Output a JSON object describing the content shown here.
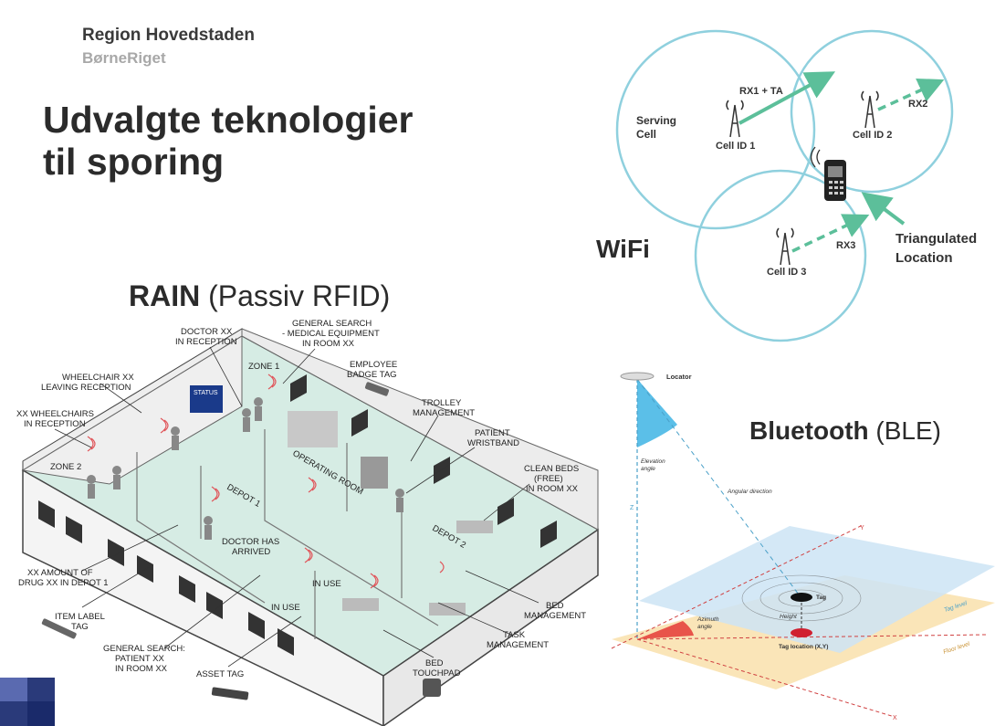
{
  "organization": {
    "name": "Region Hovedstaden",
    "sub": "BørneRiget"
  },
  "slide": {
    "title_line1": "Udvalgte teknologier",
    "title_line2": "til sporing"
  },
  "wifi": {
    "heading": "WiFi",
    "labels": {
      "serving_line1": "Serving",
      "serving_line2": "Cell",
      "rx1": "RX1 + TA",
      "rx2": "RX2",
      "rx3": "RX3",
      "cell1": "Cell ID 1",
      "cell2": "Cell ID 2",
      "cell3": "Cell ID 3",
      "tri_line1": "Triangulated",
      "tri_line2": "Location"
    },
    "colors": {
      "circle": "#8fd0de",
      "arrow": "#5cbf9a"
    }
  },
  "rain": {
    "heading_bold": "RAIN",
    "heading_rest": " (Passiv RFID)",
    "callouts": {
      "doctor_reception_1": "DOCTOR XX",
      "doctor_reception_2": "IN RECEPTION",
      "general_search_1": "GENERAL SEARCH",
      "general_search_2": "- MEDICAL EQUIPMENT",
      "general_search_3": "IN ROOM XX",
      "zone1": "ZONE 1",
      "employee_1": "EMPLOYEE",
      "employee_2": "BADGE TAG",
      "wheelchair_leaving_1": "WHEELCHAIR XX",
      "wheelchair_leaving_2": "LEAVING RECEPTION",
      "status": "STATUS",
      "wheelchairs_1": "XX WHEELCHAIRS",
      "wheelchairs_2": "IN RECEPTION",
      "trolley_1": "TROLLEY",
      "trolley_2": "MANAGEMENT",
      "patient_wristband_1": "PATIENT",
      "patient_wristband_2": "WRISTBAND",
      "zone2": "ZONE 2",
      "operating_room": "OPERATING ROOM",
      "clean_beds_1": "CLEAN BEDS",
      "clean_beds_2": "(FREE)",
      "clean_beds_3": "IN ROOM XX",
      "depot1": "DEPOT 1",
      "doctor_arrived_1": "DOCTOR HAS",
      "doctor_arrived_2": "ARRIVED",
      "depot2": "DEPOT 2",
      "amount_drug_1": "XX AMOUNT OF",
      "amount_drug_2": "DRUG XX IN DEPOT 1",
      "in_use_1": "IN USE",
      "in_use_2": "IN USE",
      "bed_management_1": "BED",
      "bed_management_2": "MANAGEMENT",
      "item_label_1": "ITEM LABEL",
      "item_label_2": "TAG",
      "patient_search_1": "GENERAL SEARCH:",
      "patient_search_2": "PATIENT XX",
      "patient_search_3": "IN ROOM XX",
      "task_mgmt_1": "TASK",
      "task_mgmt_2": "MANAGEMENT",
      "asset_tag": "ASSET TAG",
      "bed_touchpad_1": "BED",
      "bed_touchpad_2": "TOUCHPAD"
    }
  },
  "ble": {
    "heading_bold": "Bluetooth",
    "heading_rest": " (BLE)",
    "labels": {
      "locator": "Locator",
      "elevation_1": "Elevation",
      "elevation_2": "angle",
      "angular": "Angular direction",
      "z": "Z",
      "y": "Y",
      "x": "X",
      "tag": "Tag",
      "height": "Height",
      "azimuth_1": "Azimuth",
      "azimuth_2": "angle",
      "tag_location": "Tag location (X,Y)",
      "tag_level": "Tag level",
      "floor_level": "Floor level"
    },
    "colors": {
      "tag_plane": "#cde4f5",
      "floor_plane": "#f8dca0",
      "elevation": "#5bbfe8",
      "azimuth": "#e8544a"
    }
  }
}
